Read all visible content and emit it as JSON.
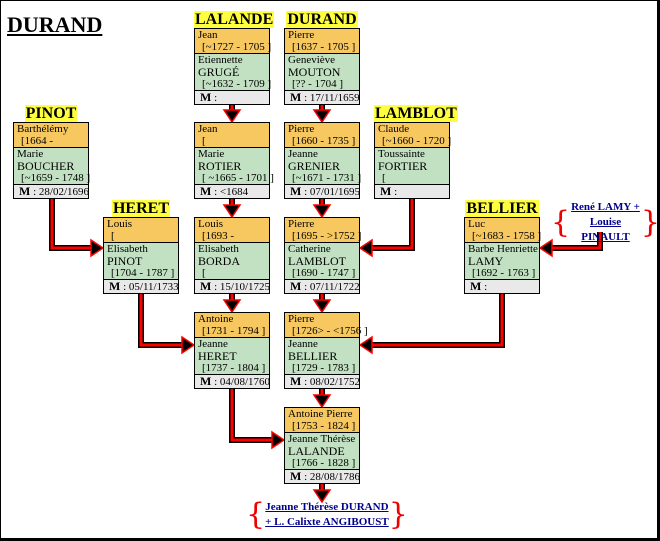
{
  "title": "DURAND",
  "families": [
    {
      "id": "lalande1",
      "label": "LALANDE",
      "husband": {
        "first": "Jean",
        "dates": "[~1727 - 1705 ]"
      },
      "wife": {
        "first": "Etiennette",
        "last": "GRUGÉ",
        "dates": "[~1632 - 1709 ]"
      },
      "marriage": ":"
    },
    {
      "id": "durand1",
      "label": "DURAND",
      "husband": {
        "first": "Pierre",
        "dates": "[1637 - 1705 ]"
      },
      "wife": {
        "first": "Geneviève",
        "last": "MOUTON",
        "dates": "[?? - 1704 ]"
      },
      "marriage": ": 17/11/1659"
    },
    {
      "id": "pinot",
      "label": "PINOT",
      "husband": {
        "first": "Barthélémy",
        "dates": "[1664 -"
      },
      "wife": {
        "first": "Marie",
        "last": "BOUCHER",
        "dates": "[~1659 - 1748 ]"
      },
      "marriage": ": 28/02/1696"
    },
    {
      "id": "lalande2",
      "label": "",
      "husband": {
        "first": "Jean",
        "dates": "["
      },
      "wife": {
        "first": "Marie",
        "last": "ROTIER",
        "dates": "[ ~1665 - 1701 ]"
      },
      "marriage": ":  <1684"
    },
    {
      "id": "durand2",
      "label": "",
      "husband": {
        "first": "Pierre",
        "dates": "[1660 - 1735 ]"
      },
      "wife": {
        "first": "Jeanne",
        "last": "GRENIER",
        "dates": "[~1671 - 1731 ]"
      },
      "marriage": ": 07/01/1695"
    },
    {
      "id": "lamblot",
      "label": "LAMBLOT",
      "husband": {
        "first": "Claude",
        "dates": "[~1660 - 1720 ]"
      },
      "wife": {
        "first": "Toussainte",
        "last": "FORTIER",
        "dates": "["
      },
      "marriage": ":"
    },
    {
      "id": "heret1",
      "label": "HERET",
      "husband": {
        "first": "Louis",
        "dates": "["
      },
      "wife": {
        "first": "Elisabeth",
        "last": "PINOT",
        "dates": "[1704 - 1787 ]"
      },
      "marriage": ": 05/11/1733"
    },
    {
      "id": "lalande3",
      "label": "",
      "husband": {
        "first": "Louis",
        "dates": "[1693 -"
      },
      "wife": {
        "first": "Elisabeth",
        "last": "BORDA",
        "dates": "["
      },
      "marriage": ": 15/10/1725"
    },
    {
      "id": "durand3",
      "label": "",
      "husband": {
        "first": "Pierre",
        "dates": "[1695 - >1752 ]"
      },
      "wife": {
        "first": "Catherine",
        "last": "LAMBLOT",
        "dates": "[1690 - 1747 ]"
      },
      "marriage": ": 07/11/1722"
    },
    {
      "id": "bellier",
      "label": "BELLIER",
      "husband": {
        "first": "Luc",
        "dates": "[~1683 - 1758 ]"
      },
      "wife": {
        "first": "Barbe Henriette",
        "last": "LAMY",
        "dates": "[1692 - 1763 ]"
      },
      "marriage": ":"
    },
    {
      "id": "lalande4",
      "label": "",
      "husband": {
        "first": "Antoine",
        "dates": "[1731 - 1794 ]"
      },
      "wife": {
        "first": "Jeanne",
        "last": "HERET",
        "dates": "[1737 - 1804 ]"
      },
      "marriage": ":  04/08/1760"
    },
    {
      "id": "durand4",
      "label": "",
      "husband": {
        "first": "Pierre",
        "dates": "[1726> - <1756 ]"
      },
      "wife": {
        "first": "Jeanne",
        "last": "BELLIER",
        "dates": "[1729 - 1783 ]"
      },
      "marriage": ": 08/02/1752"
    },
    {
      "id": "durand5",
      "label": "",
      "husband": {
        "first": "Antoine Pierre",
        "dates": "[1753 - 1824 ]"
      },
      "wife": {
        "first": "Jeanne Thérèse",
        "last": "LALANDE",
        "dates": "[1766 - 1828 ]"
      },
      "marriage": ": 28/08/1786"
    }
  ],
  "marriage_abbr": "M",
  "links": [
    {
      "id": "lamy",
      "line1": "René LAMY +",
      "line2": "Louise PINAULT"
    },
    {
      "id": "descendant",
      "line1": "Jeanne Thérèse DURAND",
      "line2": "+ L. Calixte ANGIBOUST"
    }
  ],
  "colors": {
    "husband": "#f8c860",
    "wife": "#c2e0c2",
    "marriage": "#e9e9e9",
    "arrow": "#ff0000",
    "label_bg": "#ffff40",
    "link": "#00008b"
  }
}
